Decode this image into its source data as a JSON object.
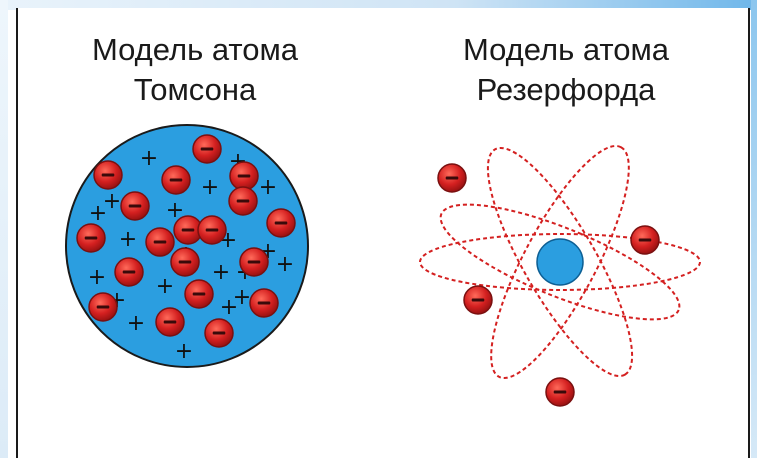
{
  "thomson": {
    "title_line1": "Модель атома",
    "title_line2": "Томсона",
    "sphere_color": "#2b9ee0",
    "plus_symbol": "+"
  },
  "rutherford": {
    "title_line1": "Модель атома",
    "title_line2": "Резерфорда",
    "nucleus_color": "#2b9ee0",
    "orbit_color": "#d42020"
  },
  "electron": {
    "color": "#d42020",
    "outline": "#7a1010"
  }
}
